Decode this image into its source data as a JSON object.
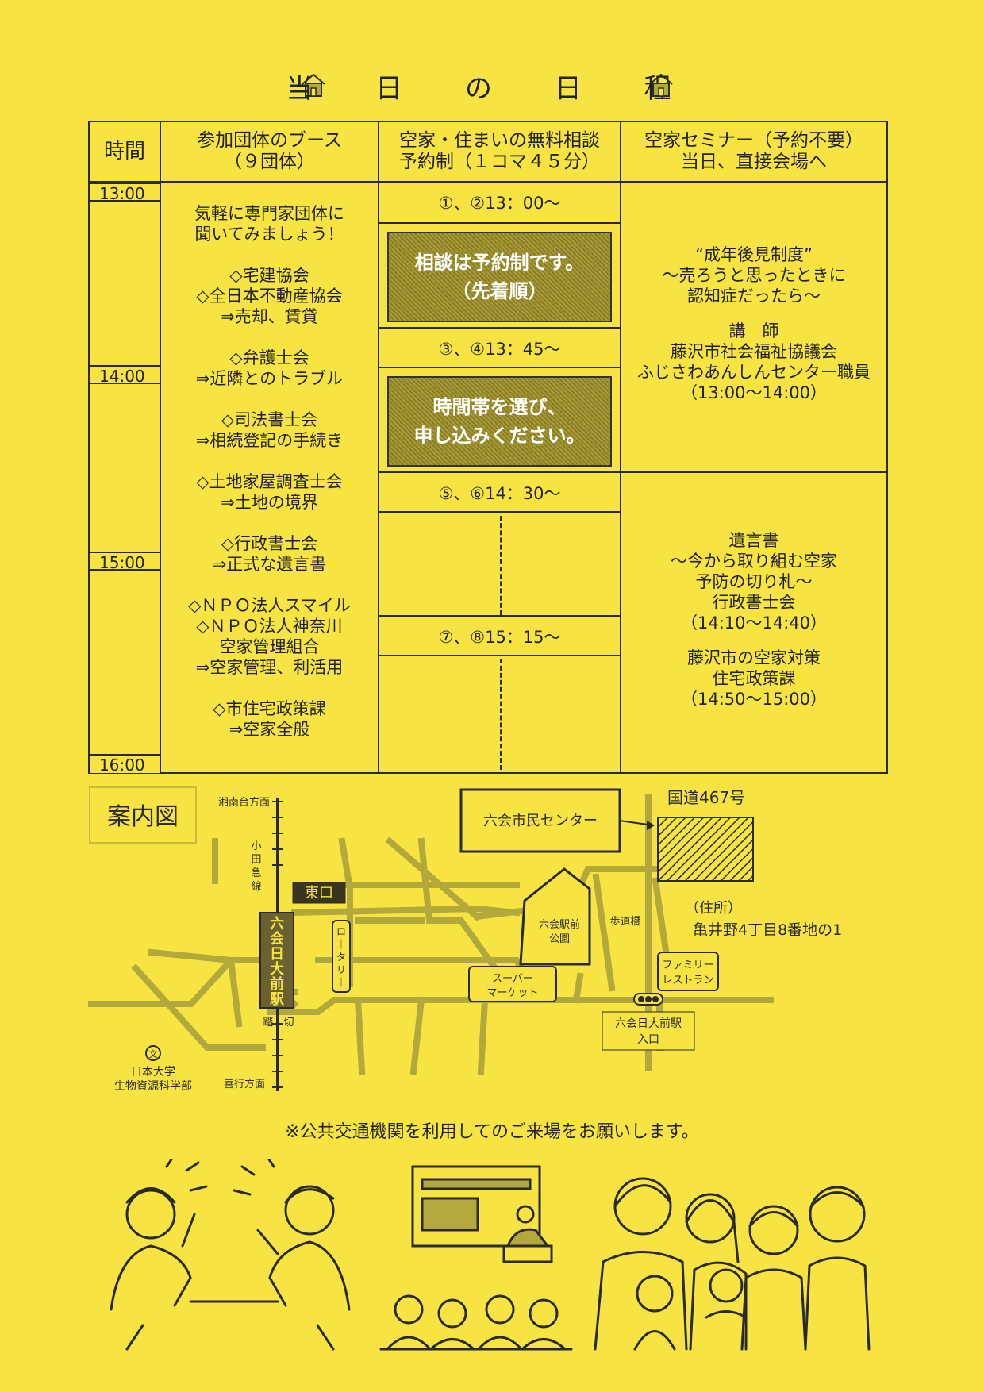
{
  "title": "当 日 の 日 程",
  "table": {
    "headers": {
      "time": "時間",
      "booth": [
        "参加団体のブース",
        "（９団体）"
      ],
      "consult": [
        "空家・住まいの無料相談",
        "予約制（１コマ４５分）"
      ],
      "seminar": [
        "空家セミナー（予約不要）",
        "当日、直接会場へ"
      ]
    },
    "times": [
      "13:00",
      "14:00",
      "15:00",
      "16:00"
    ],
    "booth_lines": [
      [
        "気軽に専門家団体に",
        "聞いてみましょう！"
      ],
      [
        "◇宅建協会",
        "◇全日本不動産協会",
        "⇒売却、賃貸"
      ],
      [
        "◇弁護士会",
        "⇒近隣とのトラブル"
      ],
      [
        "◇司法書士会",
        "⇒相続登記の手続き"
      ],
      [
        "◇土地家屋調査士会",
        "⇒土地の境界"
      ],
      [
        "◇行政書士会",
        "⇒正式な遺言書"
      ],
      [
        "◇ＮＰＯ法人スマイル",
        "◇ＮＰＯ法人神奈川",
        "空家管理組合",
        "⇒空家管理、利活用"
      ],
      [
        "◇市住宅政策課",
        "⇒空家全般"
      ]
    ],
    "slots": [
      "①、②13：00～",
      "③、④13：45～",
      "⑤、⑥14：30～",
      "⑦、⑧15：15～"
    ],
    "notices": [
      [
        "相談は予約制です。",
        "（先着順）"
      ],
      [
        "時間帯を選び、",
        "申し込みください。"
      ]
    ],
    "seminar1": [
      "“成年後見制度”",
      "～売ろうと思ったときに",
      "認知症だったら～",
      "",
      "講　師",
      "藤沢市社会福祉協議会",
      "ふじさわあんしんセンター職員",
      "（13:00～14:00）"
    ],
    "seminar2": [
      "遺言書",
      "～今から取り組む空家",
      "予防の切り札～",
      "行政書士会",
      "（14:10～14:40）",
      "",
      "藤沢市の空家対策",
      "住宅政策課",
      "（14:50～15:00）"
    ]
  },
  "map": {
    "label": "案内図",
    "north_dir": "湘南台方面",
    "line_name": [
      "小",
      "田",
      "急",
      "線"
    ],
    "station": [
      "六",
      "会",
      "日",
      "大",
      "前",
      "駅"
    ],
    "east_exit": "東口",
    "rotary": [
      "ロ",
      "｜",
      "タ",
      "リ",
      "｜"
    ],
    "crossing": "踏　切",
    "south_dir": "善行方面",
    "university": [
      "日本大学",
      "生物資源科学部"
    ],
    "uni_symbol": "文",
    "center": "六会市民センター",
    "route": "国道467号",
    "address_label": "（住所）",
    "address": "亀井野4丁目8番地の1",
    "park": [
      "六会駅前",
      "公園"
    ],
    "bridge": "歩道橋",
    "supermarket": [
      "スーパー",
      "マーケット"
    ],
    "family": [
      "ファミリー",
      "レストラン"
    ],
    "entrance": [
      "六会日大前駅",
      "入口"
    ]
  },
  "caption": "※公共交通機関を利用してのご来場をお願いします。",
  "colors": {
    "background": "#f7e443",
    "line": "#2a2a2a",
    "map_road": "#b3a83c",
    "notice": "#a89a33"
  }
}
